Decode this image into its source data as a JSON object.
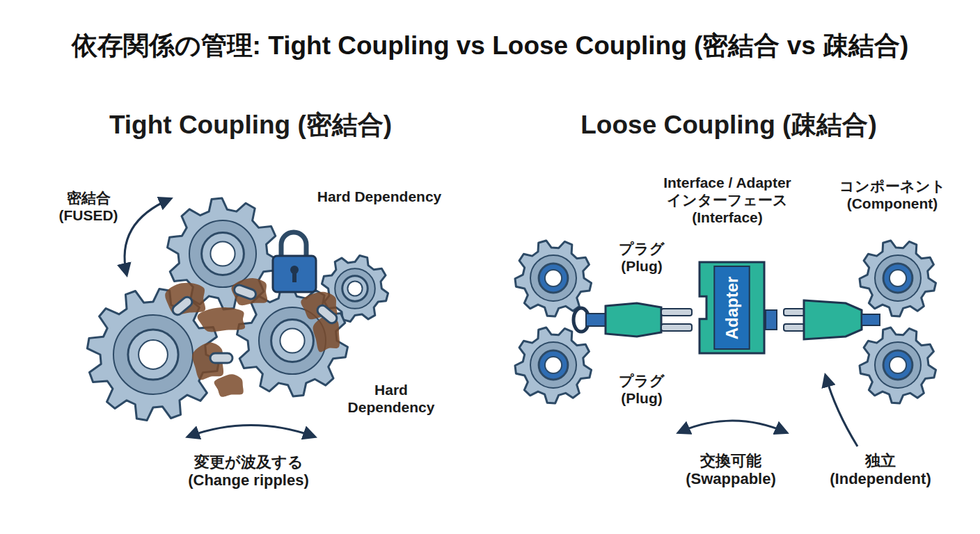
{
  "diagram": {
    "title": "依存関係の管理: Tight Coupling vs Loose Coupling (密結合 vs 疎結合)",
    "nodes": [
      {
        "text": [
          "Adapter"
        ]
      }
    ],
    "labels": [
      "Tight Coupling (密結合)",
      "密結合 (FUSED)",
      "Hard Dependency",
      "Hard Dependency",
      "変更が波及する (Change ripples)",
      "Loose Coupling (疎結合)",
      "Interface / Adapter インターフェース (Interface)",
      "コンポーネント (Component)",
      "プラグ (Plug)",
      "プラグ (Plug)",
      "交換可能 (Swappable)",
      "独立 (Independent)"
    ]
  }
}
